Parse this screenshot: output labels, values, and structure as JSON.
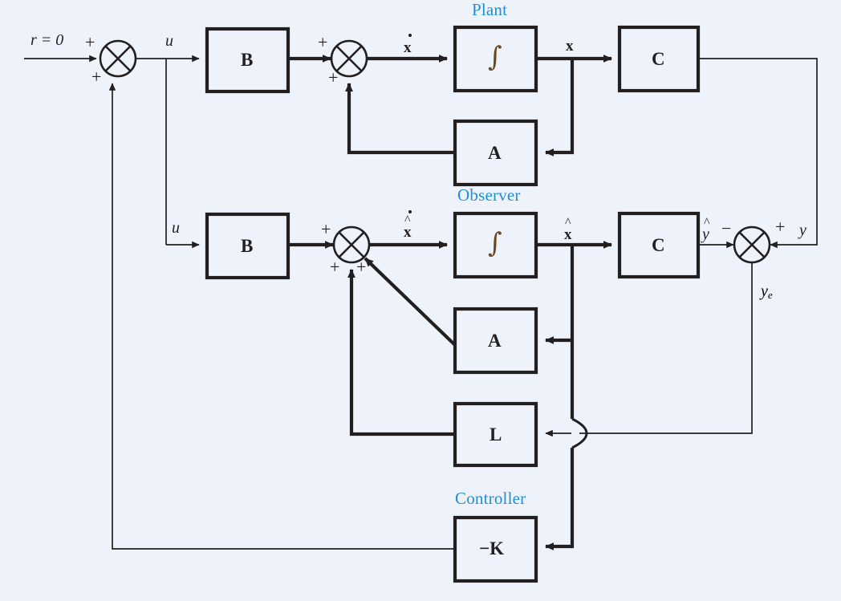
{
  "diagram": {
    "title": "Plant and observer state-feedback block diagram",
    "background_color": "#eef3fb",
    "line_color": "#231f20",
    "section_label_color": "#1d8fd6",
    "math_accent_color": "#6b4a20"
  },
  "sections": {
    "plant": "Plant",
    "observer": "Observer",
    "controller": "Controller"
  },
  "blocks": {
    "plant_b": "B",
    "plant_integrator": "∫",
    "plant_a": "A",
    "plant_c": "C",
    "observer_b": "B",
    "observer_integrator": "∫",
    "observer_a": "A",
    "observer_c": "C",
    "observer_l": "L",
    "controller_k": "−K"
  },
  "signals": {
    "reference": "r = 0",
    "plant_input": "u",
    "observer_input": "u",
    "plant_state_dot": "x",
    "plant_state": "x",
    "observer_state_dot": "x",
    "observer_state": "x",
    "observer_output": "y",
    "plant_output": "y",
    "output_error": "y",
    "output_error_sub": "e"
  },
  "sum_signs": {
    "input_sum_left": "+",
    "input_sum_bottom": "+",
    "plant_sum_left": "+",
    "plant_sum_bottom": "+",
    "observer_sum_left": "+",
    "observer_sum_bottom_left": "+",
    "observer_sum_bottom_right": "+",
    "error_sum_left": "−",
    "error_sum_right": "+"
  }
}
